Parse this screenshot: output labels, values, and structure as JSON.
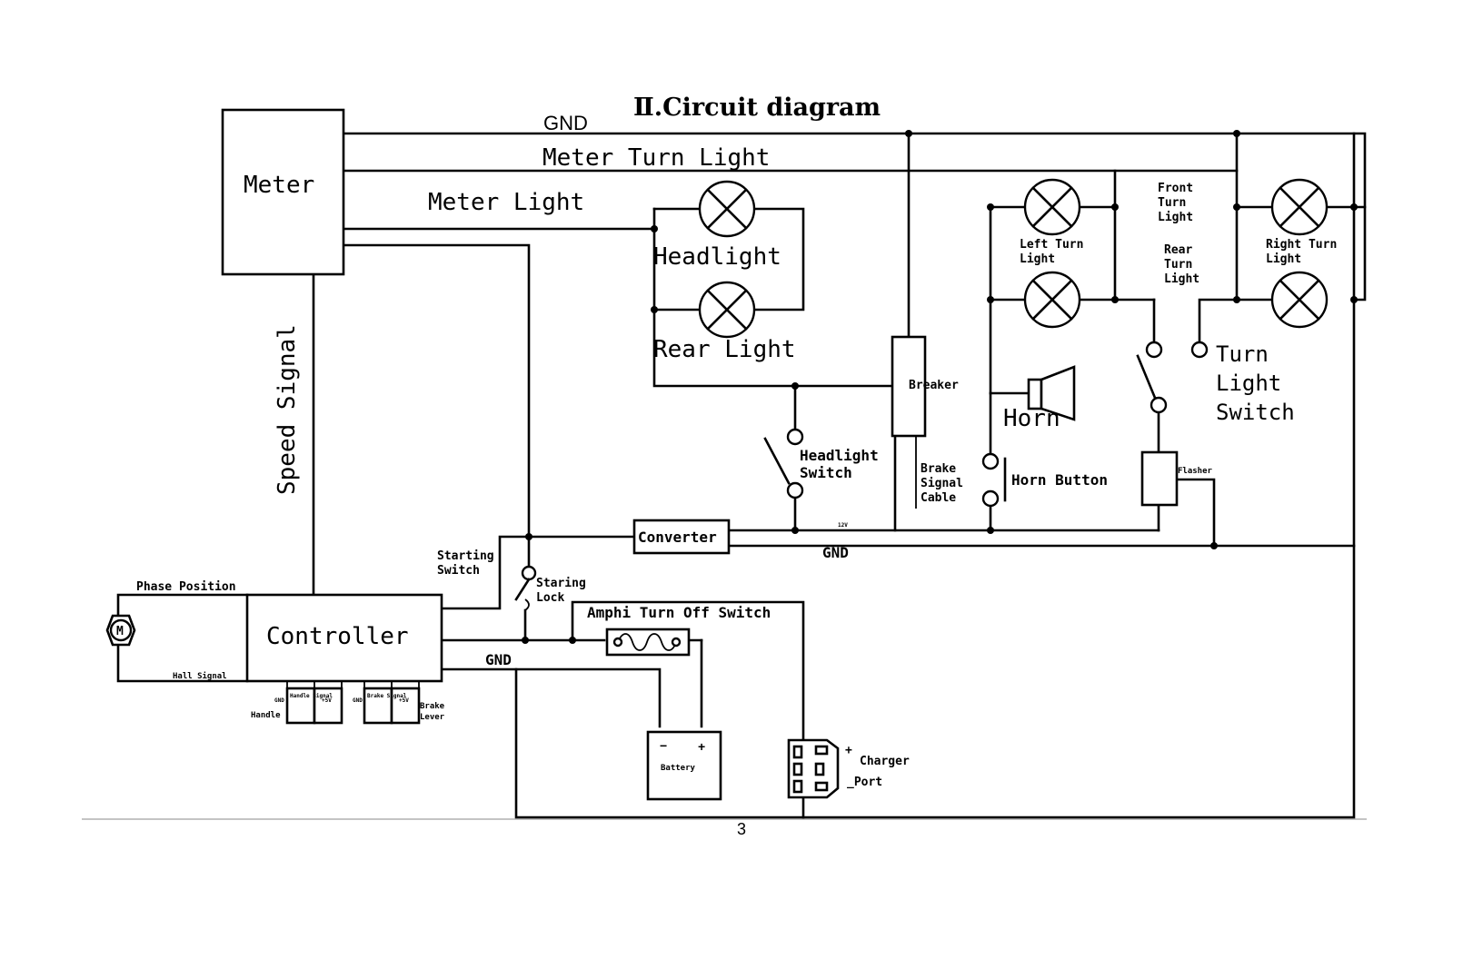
{
  "title": "Ⅱ.Circuit diagram",
  "page_number": "3",
  "labels": {
    "gnd_top": "GND",
    "meter": "Meter",
    "meter_turn_light": "Meter Turn Light",
    "meter_light": "Meter Light",
    "headlight": "Headlight",
    "rear_light": "Rear Light",
    "speed_signal": "Speed Signal",
    "breaker": "Breaker",
    "brake_signal_cable": [
      "Brake",
      "Signal",
      "Cable"
    ],
    "headlight_switch": [
      "Headlight",
      "Switch"
    ],
    "left_turn_light": [
      "Left Turn",
      "Light"
    ],
    "front_turn_light": [
      "Front",
      "Turn",
      "Light"
    ],
    "rear_turn_light": [
      "Rear",
      "Turn",
      "Light"
    ],
    "right_turn_light": [
      "Right Turn",
      "Light"
    ],
    "turn_light_switch": [
      "Turn",
      "Light",
      "Switch"
    ],
    "horn": "Horn",
    "horn_button": "Horn Button",
    "flasher": "Flasher",
    "converter": "Converter",
    "converter_small": "12V",
    "gnd_converter": "GND",
    "starting_switch": [
      "Starting",
      "Switch"
    ],
    "staring_lock": [
      "Staring",
      "Lock"
    ],
    "phase_position": "Phase Position",
    "motor": "M",
    "hall_signal": "Hall Signal",
    "controller": "Controller",
    "amphi_turn_off_switch": "Amphi Turn Off Switch",
    "gnd_controller": "GND",
    "battery": "Battery",
    "battery_minus": "−",
    "battery_plus": "+",
    "charger_plus": "+",
    "charger_port": [
      "Charger",
      "_Port"
    ],
    "handle": "Handle",
    "brake_lever": [
      "Brake",
      "Lever"
    ],
    "pins": [
      "GND",
      "Handle Signal",
      "+5V",
      "GND",
      "Brake Signal",
      "+5V"
    ]
  }
}
